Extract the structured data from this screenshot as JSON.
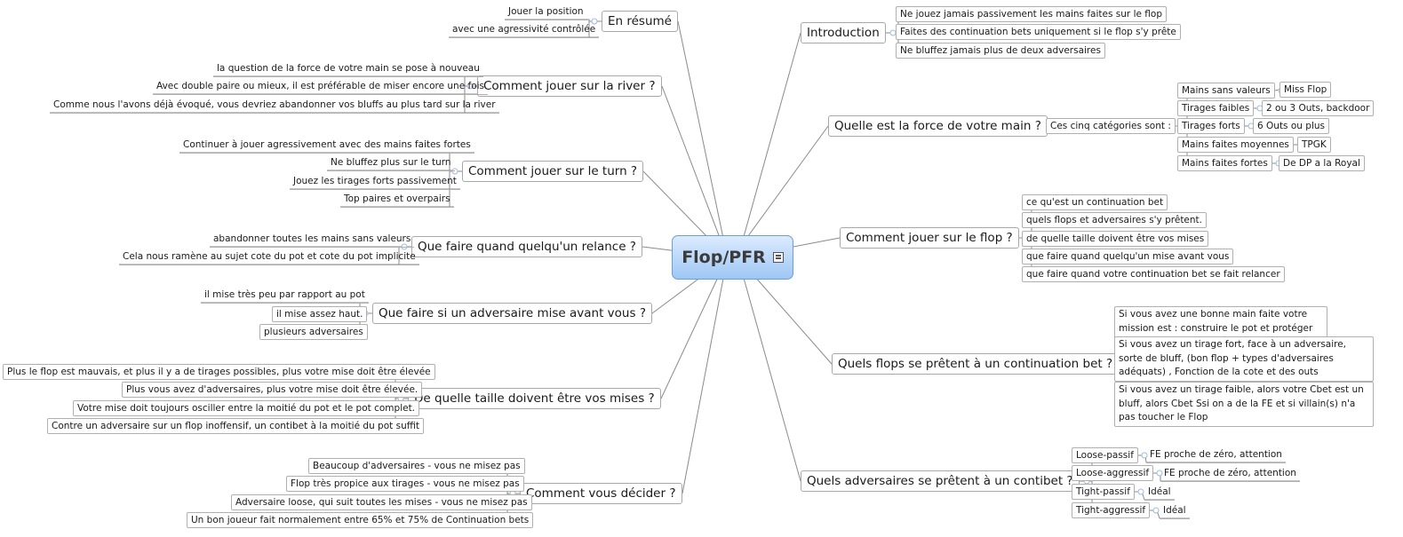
{
  "root": {
    "label": "Flop/PFR",
    "icon": "note-icon"
  },
  "topics": {
    "introduction": {
      "label": "Introduction",
      "items": [
        "Ne jouez jamais passivement les mains faites sur le flop",
        "Faites des continuation bets uniquement si le flop s'y prête",
        "Ne bluffez jamais plus de deux adversaires"
      ]
    },
    "force": {
      "label": "Quelle est la force de votre main ?",
      "sub": {
        "label": "Ces cinq catégories sont :",
        "items": [
          {
            "label": "Mains sans valeurs",
            "value": "Miss Flop"
          },
          {
            "label": "Tirages faibles",
            "value": "2 ou 3 Outs, backdoor"
          },
          {
            "label": "Tirages forts",
            "value": "6 Outs ou plus"
          },
          {
            "label": "Mains faites moyennes",
            "value": "TPGK"
          },
          {
            "label": "Mains faites fortes",
            "value": "De DP a la Royal"
          }
        ]
      }
    },
    "flop": {
      "label": "Comment jouer sur le flop ?",
      "items": [
        "ce qu'est un continuation bet",
        "quels flops et adversaires s'y prêtent.",
        "de quelle taille doivent être vos mises",
        "que faire quand quelqu'un mise avant vous",
        "que faire quand votre continuation bet se fait relancer"
      ]
    },
    "cbet_flops": {
      "label": "Quels flops se prêtent à un continuation bet ?",
      "items": [
        "Si vous avez une bonne main faite votre mission est : construire le pot et protéger votre main",
        "Si vous avez un tirage fort, face à un adversaire, sorte de bluff, (bon flop + types d'adversaires adéquats) , Fonction de la cote et des outs",
        "Si vous avez un tirage faible, alors votre Cbet est un bluff, alors Cbet Ssi on a de la FE et si villain(s) n'a pas toucher le Flop"
      ]
    },
    "adversaires": {
      "label": "Quels adversaires se prêtent à un contibet ?",
      "items": [
        {
          "label": "Loose-passif",
          "value": "FE proche de zéro, attention"
        },
        {
          "label": "Loose-aggressif",
          "value": "FE proche de zéro, attention"
        },
        {
          "label": "Tight-passif",
          "value": "Idéal"
        },
        {
          "label": "Tight-aggressif",
          "value": "Idéal"
        }
      ]
    },
    "resume": {
      "label": "En résumé",
      "items": [
        "Jouer la position",
        "avec une agressivité contrôlée"
      ]
    },
    "river": {
      "label": "Comment jouer sur la river ?",
      "items": [
        "la question de la force de votre main se pose à nouveau",
        "Avec double paire ou mieux, il est préférable de miser encore une fois",
        "Comme nous l'avons déjà évoqué, vous devriez abandonner vos bluffs au plus tard sur la river"
      ]
    },
    "turn": {
      "label": "Comment jouer sur le turn ?",
      "items": [
        "Continuer à jouer agressivement avec des mains faites fortes",
        "Ne bluffez plus sur le turn",
        "Jouez les tirages forts passivement",
        "Top paires et overpairs"
      ]
    },
    "relance": {
      "label": "Que faire quand quelqu'un relance ?",
      "items": [
        "abandonner toutes les mains sans valeurs",
        "Cela nous ramène au sujet cote du pot et cote du pot implicite"
      ]
    },
    "mise_avant": {
      "label": "Que faire si un adversaire mise avant vous ?",
      "items": [
        "il mise très peu par rapport au pot",
        "il mise assez haut.",
        "plusieurs adversaires"
      ]
    },
    "taille": {
      "label": "De quelle taille doivent être vos mises ?",
      "items": [
        "Plus le flop est mauvais, et plus il y a de tirages possibles, plus votre mise doit être élevée",
        "Plus vous avez d'adversaires, plus votre mise doit être élevée.",
        "Votre mise doit toujours osciller entre la moitié du pot et le pot complet.",
        "Contre un adversaire sur un flop inoffensif, un contibet à la moitié du pot suffit"
      ]
    },
    "decider": {
      "label": "Comment vous décider ?",
      "items": [
        "Beaucoup d'adversaires - vous ne misez pas",
        "Flop très propice aux tirages - vous ne misez pas",
        "Adversaire loose, qui suit toutes les mises - vous ne misez pas",
        "Un bon joueur fait normalement entre 65% et 75% de Continuation bets"
      ]
    }
  },
  "colors": {
    "line": "#8a8a8a",
    "root_border": "#6b9fd6",
    "root_top": "#dcebff",
    "root_bottom": "#9ec7f4",
    "connector": "#9dbbe0"
  }
}
